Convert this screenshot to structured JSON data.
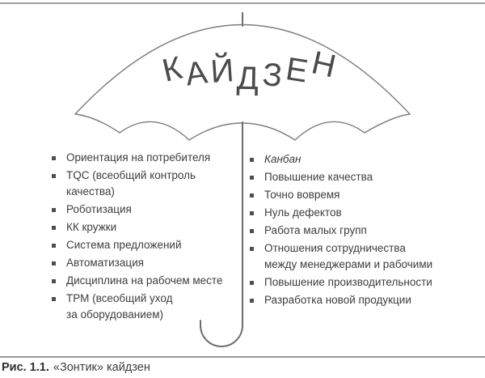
{
  "umbrella": {
    "word": "КАЙДЗЕН"
  },
  "columns": {
    "left": [
      "Ориентация на потребителя",
      "TQC (всеобщий контроль качества)",
      "Роботизация",
      "КК кружки",
      "Система предложений",
      "Автоматизация",
      "Дисциплина на рабочем месте",
      "ТРМ (всеобщий уход\nза оборудованием)"
    ],
    "right": [
      "Канбан",
      "Повышение качества",
      "Точно вовремя",
      "Нуль дефектов",
      "Работа малых групп",
      "Отношения сотрудничества\nмежду менеджерами и рабочими",
      "Повышение производительности",
      "Разработка новой продукции"
    ]
  },
  "caption": {
    "label": "Рис. 1.1.",
    "text": "«Зонтик» кайдзен"
  },
  "colors": {
    "line": "#7c7c7c",
    "pole": "#6d6d6d",
    "text": "#3d3d3d",
    "word": "#4b4b4b",
    "bullet": "#4f4f4f",
    "rule-top": "#9e9e9e",
    "rule-bottom": "#9a9a9a"
  }
}
